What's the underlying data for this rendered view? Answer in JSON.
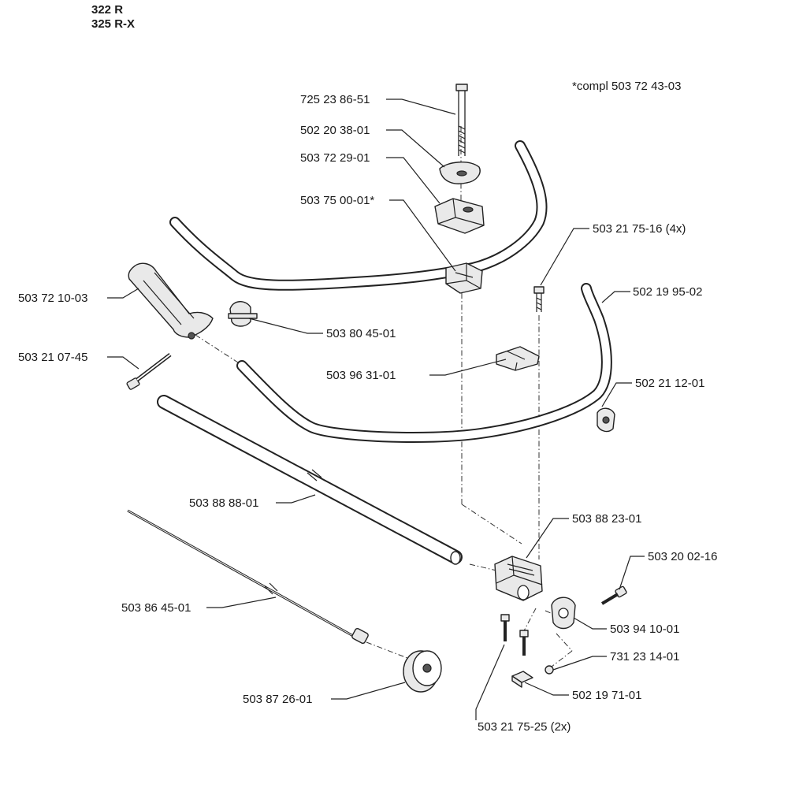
{
  "models": [
    "322 R",
    "325 R-X"
  ],
  "note": "*compl 503 72 43-03",
  "parts": [
    "725 23 86-51",
    "502 20 38-01",
    "503 72 29-01",
    "503 75 00-01*",
    "503 21 75-16 (4x)",
    "503 72 10-03",
    "502 19 95-02",
    "503 80 45-01",
    "503 21 07-45",
    "503 96 31-01",
    "502 21 12-01",
    "503 88 88-01",
    "503 88 23-01",
    "503 20 02-16",
    "503 86 45-01",
    "503 94 10-01",
    "731 23 14-01",
    "503 87 26-01",
    "502 19 71-01",
    "503 21 75-25 (2x)"
  ]
}
